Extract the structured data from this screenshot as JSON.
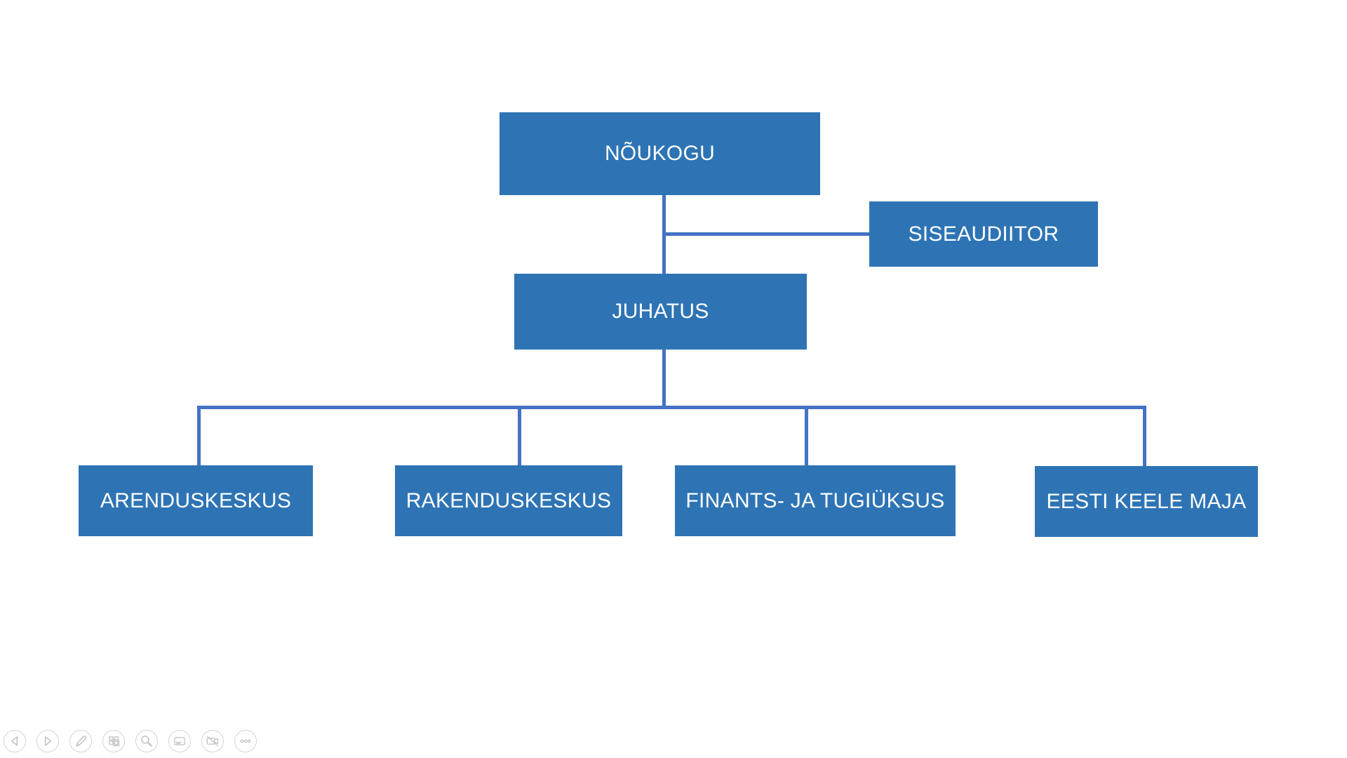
{
  "app": {
    "view": "presentation-slideshow"
  },
  "colors": {
    "box_fill": "#2E74B5",
    "connector": "#4472C4",
    "box_text": "#FFFFFF",
    "toolbar_icon_gray": "#C2C2C2"
  },
  "org_chart": {
    "type": "org-chart",
    "nodes": [
      {
        "id": "noukogu",
        "label": "NÕUKOGU",
        "parent": null
      },
      {
        "id": "siseaudiitor",
        "label": "SISEAUDIITOR",
        "parent": "noukogu"
      },
      {
        "id": "juhatus",
        "label": "JUHATUS",
        "parent": "noukogu"
      },
      {
        "id": "arenduskeskus",
        "label": "ARENDUSKESKUS",
        "parent": "juhatus"
      },
      {
        "id": "rakenduskeskus",
        "label": "RAKENDUSKESKUS",
        "parent": "juhatus"
      },
      {
        "id": "finants_ja_tugiuksus",
        "label": "FINANTS- JA TUGIÜKSUS",
        "parent": "juhatus"
      },
      {
        "id": "eesti_keele_maja",
        "label": "EESTI KEELE MAJA",
        "parent": "juhatus"
      }
    ]
  },
  "toolbar": {
    "buttons": [
      "previous-slide",
      "next-slide",
      "pen-and-laser-tools",
      "see-all-slides",
      "zoom-into-slide",
      "toggle-subtitles",
      "toggle-camera",
      "more-slideshow-options"
    ]
  }
}
